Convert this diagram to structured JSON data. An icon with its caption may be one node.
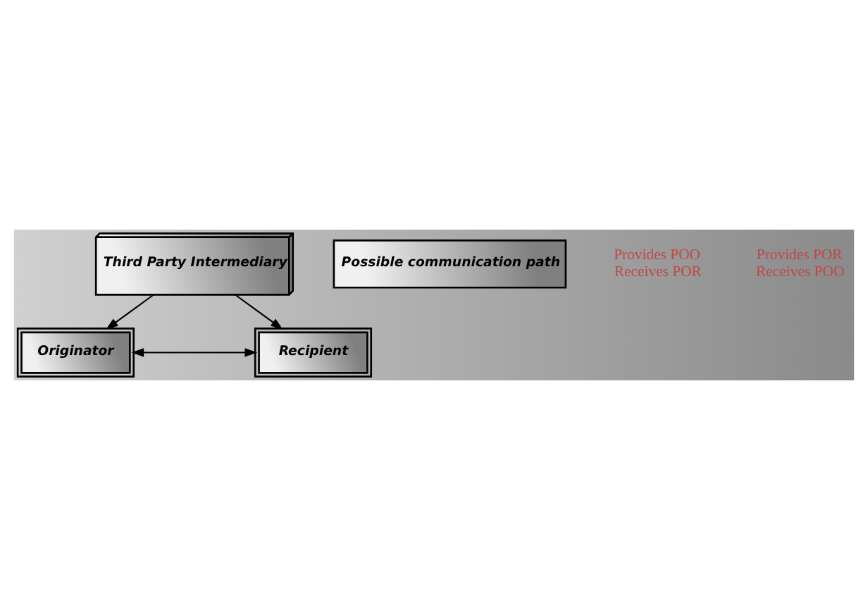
{
  "diagram": {
    "nodes": [
      {
        "text": [
          "Third Party Intermediary"
        ]
      },
      {
        "text": [
          "Possible communication path"
        ]
      },
      {
        "text": [
          "Originator"
        ],
        "beside": [
          "Provides POO",
          "Receives POR"
        ]
      },
      {
        "text": [
          "Recipient"
        ],
        "beside": [
          "Provides POR",
          "Receives POO"
        ]
      }
    ],
    "edges": [
      {
        "from": 0,
        "to": 2,
        "arrow": "to"
      },
      {
        "from": 0,
        "to": 3,
        "arrow": "to"
      },
      {
        "from": 2,
        "to": 3,
        "arrow": "both"
      }
    ]
  }
}
